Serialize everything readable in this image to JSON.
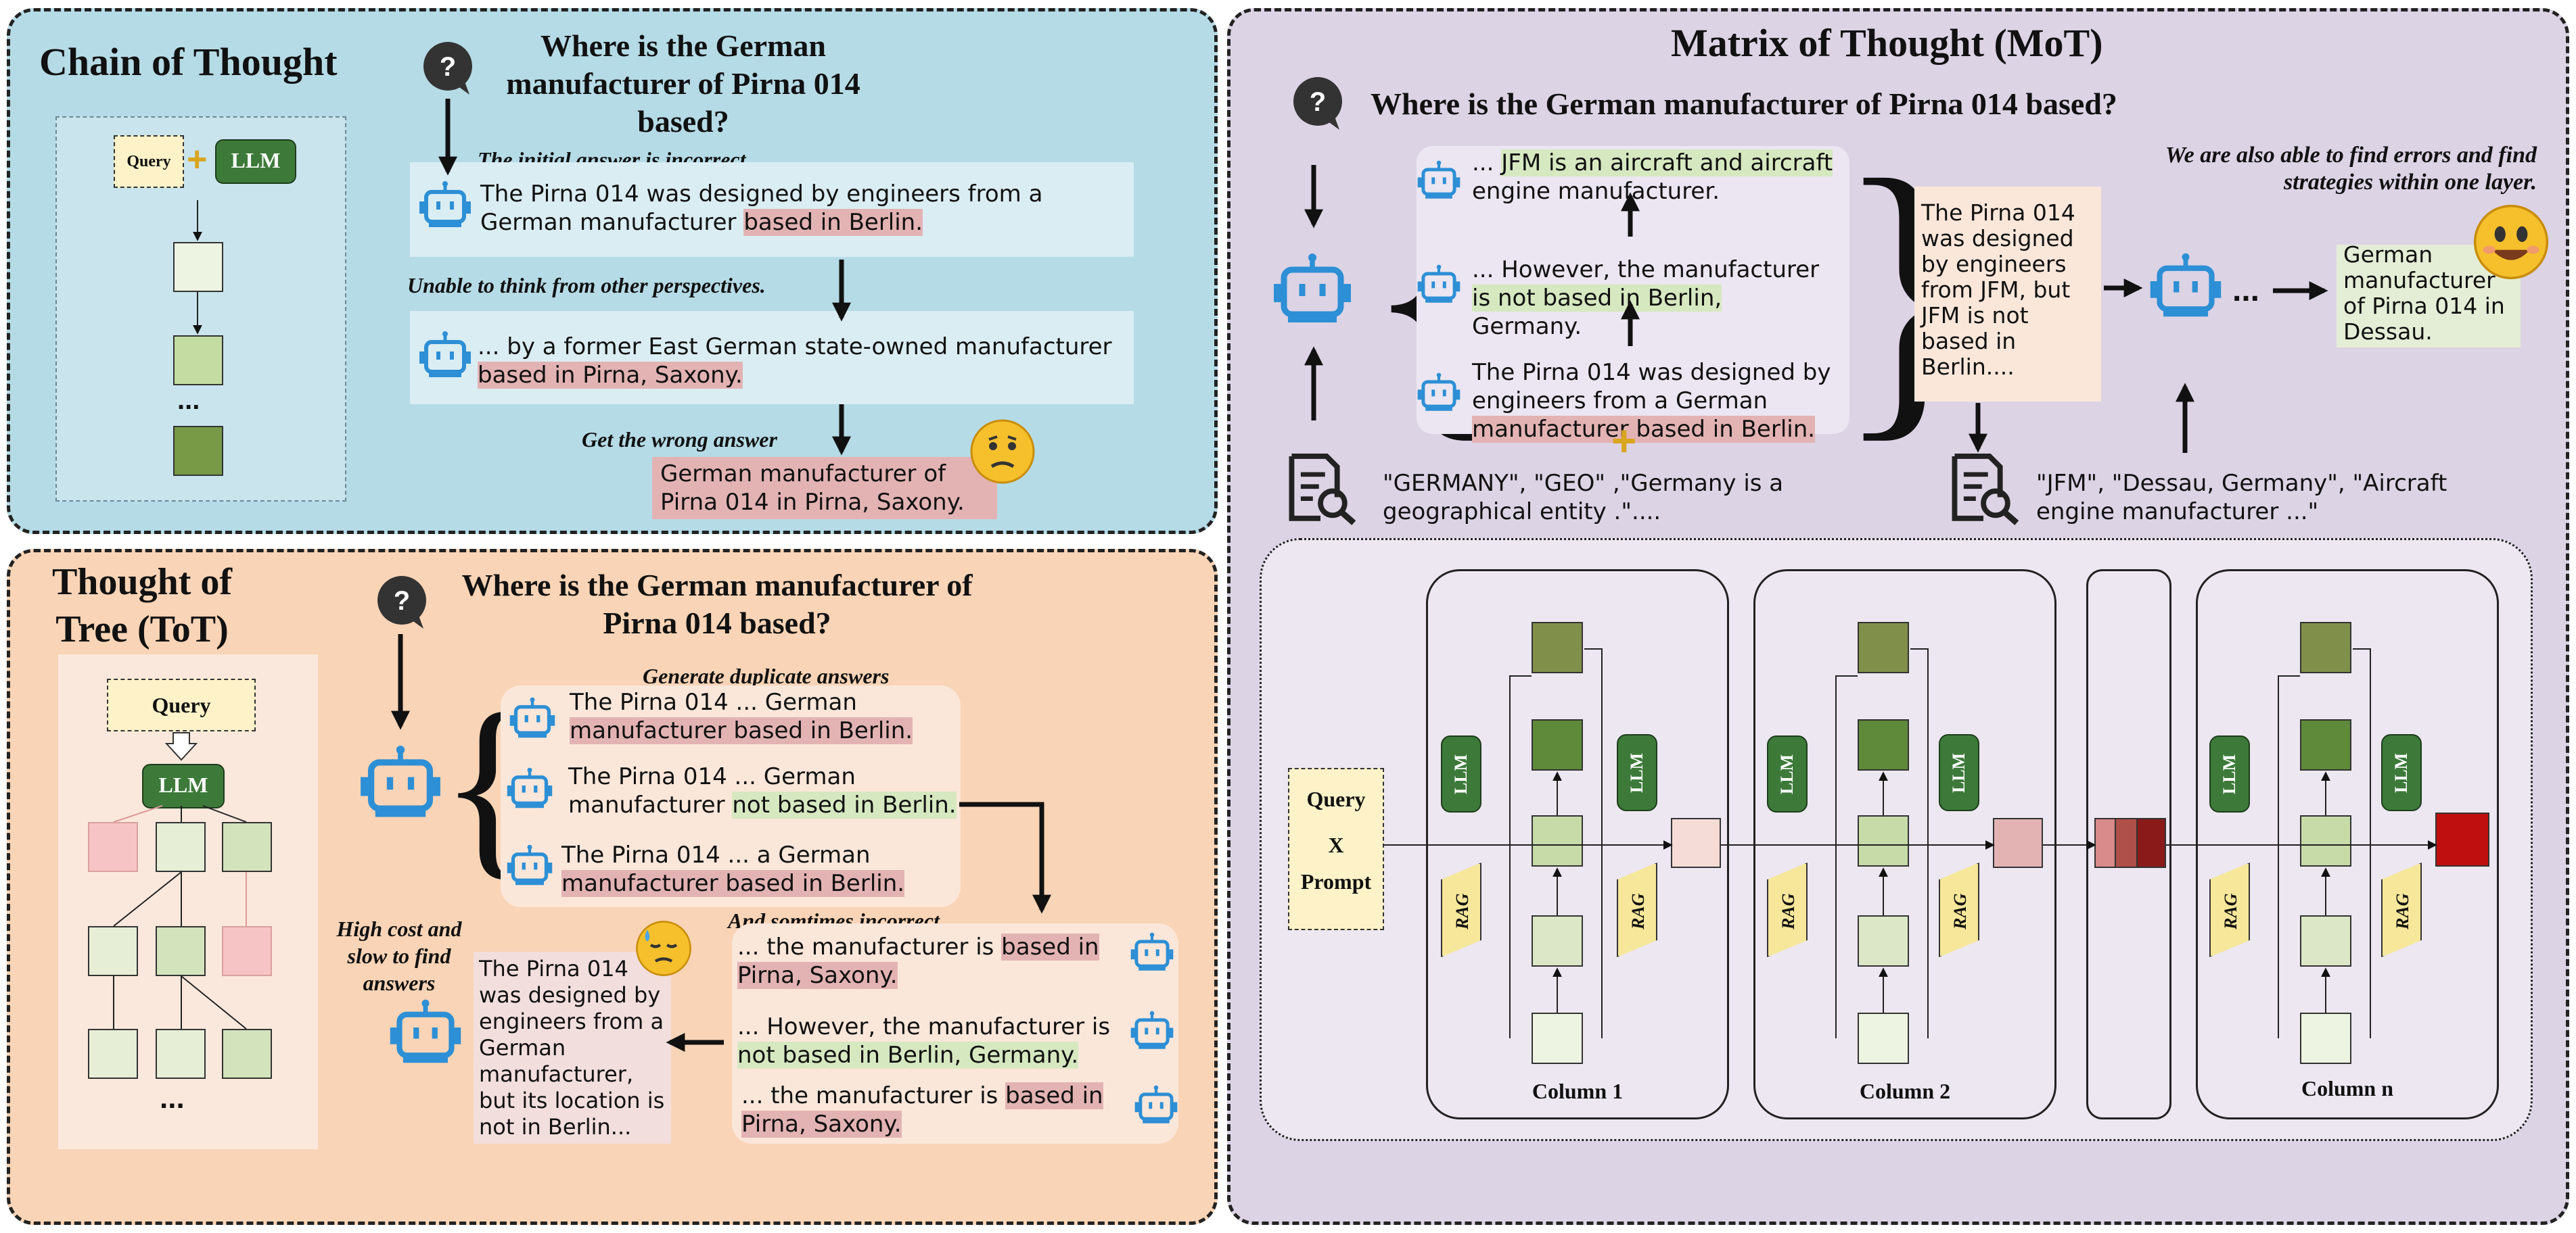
{
  "cot": {
    "title": "Chain of Thought",
    "question": "Where is the German manufacturer of Pirna 014 based?",
    "query_label": "Query",
    "llm_label": "LLM",
    "dots": "...",
    "note_initial": "The initial answer is incorrect",
    "answer1_plain": "The Pirna 014 was designed by engineers from a German manufacturer ",
    "answer1_hl": "based in Berlin.",
    "note_unable": "Unable to think from other perspectives.",
    "answer2_plain": "... by a former East German state-owned manufacturer ",
    "answer2_hl": "based in Pirna, Saxony.",
    "note_wrong": "Get the wrong answer",
    "final_answer": "German manufacturer of Pirna 014 in Pirna, Saxony."
  },
  "tot": {
    "title": "Thought of Tree (ToT)",
    "question": "Where is the German manufacturer of Pirna 014 based?",
    "query_label": "Query",
    "llm_label": "LLM",
    "dots": "...",
    "note_duplicate": "Generate duplicate answers",
    "a1_plain": "The Pirna 014 ... German ",
    "a1_hl": "manufacturer based in Berlin.",
    "a2_plain": "The Pirna 014 ... German manufacturer ",
    "a2_hl": "not based in Berlin.",
    "a3_plain": "The Pirna 014 ... a German ",
    "a3_hl": "manufacturer based in Berlin.",
    "note_incorrect": "And somtimes incorrect.",
    "b1_plain": "... the manufacturer is ",
    "b1_hl": "based in Pirna, Saxony.",
    "b2_plain": "... However, the manufacturer is ",
    "b2_hl": "not based in Berlin, Germany.",
    "b3_plain": "... the manufacturer is ",
    "b3_hl": "based in Pirna, Saxony.",
    "note_cost": "High cost and slow to find answers",
    "final_answer": "The Pirna 014 was designed by engineers from a German manufacturer, but its location is not in Berlin..."
  },
  "mot": {
    "title": "Matrix of Thought (MoT)",
    "question": "Where is the German manufacturer of Pirna 014 based?",
    "c1_plain": "... ",
    "c1_hl": "JFM is an aircraft and aircraft",
    "c1_tail": " engine manufacturer.",
    "c2_plain": "... However, the manufacturer ",
    "c2_hl": "is not based in Berlin,",
    "c2_tail": " Germany.",
    "c3_plain": "The Pirna 014 was designed by engineers from a German ",
    "c3_hl": "manufacturer based in Berlin.",
    "summary": "The Pirna 014 was designed by engineers from JFM, but JFM is not based in Berlin....",
    "note_errors": "We are also able to find errors and find strategies within one layer.",
    "dots": "...",
    "final_answer": "German manufacturer of Pirna 014 in Dessau.",
    "retrieval1": "\"GERMANY\", \"GEO\" ,\"Germany is a geographical entity .\"....",
    "retrieval2": "\"JFM\", \"Dessau, Germany\", \"Aircraft engine manufacturer ...\"",
    "query_label": "Query",
    "x_label": "X",
    "prompt_label": "Prompt",
    "llm_label": "LLM",
    "rag_label": "RAG",
    "columns": [
      "Column 1",
      "Column 2",
      "Column n"
    ]
  },
  "colors": {
    "cot_bg": "#b5dbe6",
    "tot_bg": "#f9d4b6",
    "mot_bg": "#dcd3e5",
    "robot_blue": "#2d8fd5",
    "llm_green": "#3d7a3a",
    "rag_yellow": "#f7e79a",
    "highlight_red": "#e3b3b3",
    "highlight_green": "#d6e8c0"
  },
  "icons": [
    "question-bubble-icon",
    "robot-icon",
    "search-document-icon",
    "confused-emoji-icon",
    "sweat-emoji-icon",
    "happy-emoji-icon"
  ]
}
